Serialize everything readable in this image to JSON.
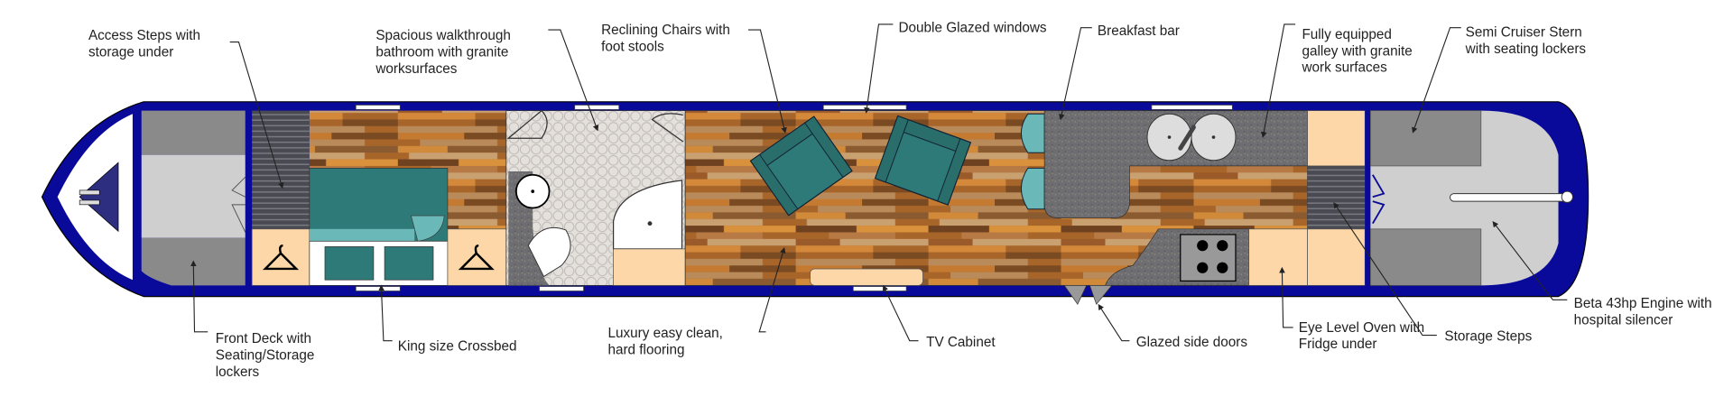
{
  "title": "Narrowboat layout plan",
  "colors": {
    "hull": "#0a0a9a",
    "teal": "#2e7a78",
    "peach": "#fdd7a8",
    "granite": "#6e6e72",
    "deck_dark": "#8a8a8a",
    "deck_light": "#cfcfcf"
  },
  "labels": {
    "access_steps": [
      "Access Steps with",
      "storage under"
    ],
    "bathroom": [
      "Spacious walkthrough",
      "bathroom with granite",
      "worksurfaces"
    ],
    "chairs": [
      "Reclining Chairs with",
      "foot stools"
    ],
    "windows": [
      "Double Glazed windows"
    ],
    "breakfast": [
      "Breakfast bar"
    ],
    "galley": [
      "Fully equipped",
      "galley with granite",
      "work surfaces"
    ],
    "stern": [
      "Semi Cruiser Stern",
      "with seating lockers"
    ],
    "front_deck": [
      "Front Deck with",
      "Seating/Storage",
      "lockers"
    ],
    "bed": [
      "King size Crossbed"
    ],
    "flooring": [
      "Luxury easy clean,",
      "hard flooring"
    ],
    "tv": [
      "TV Cabinet"
    ],
    "doors": [
      "Glazed side doors"
    ],
    "oven": [
      "Eye Level Oven with",
      "Fridge under"
    ],
    "storage_steps": [
      "Storage Steps"
    ],
    "engine": [
      "Beta 43hp Engine with",
      "hospital silencer"
    ]
  }
}
